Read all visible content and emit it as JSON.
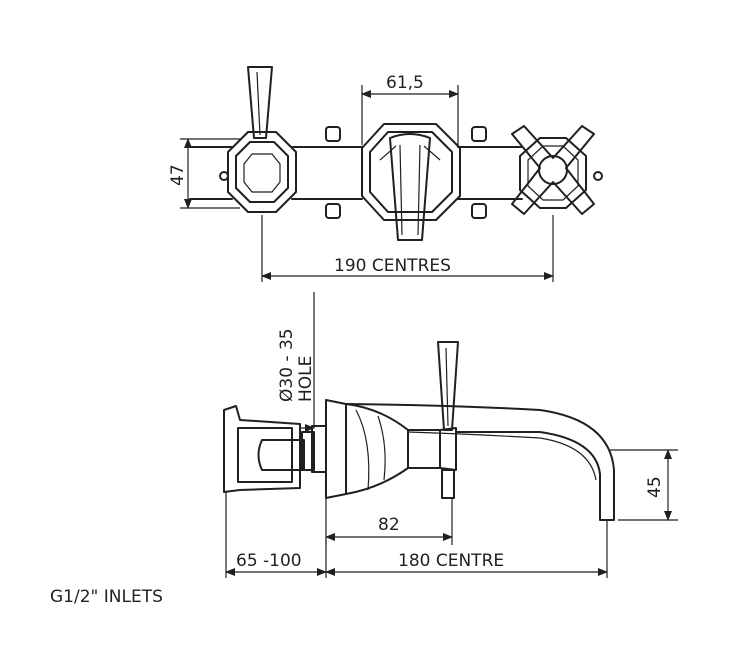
{
  "dimensions": {
    "spout_width": "61,5",
    "plate_height": "47",
    "centres": "190  CENTRES",
    "hole": "Ø30 - 35",
    "hole_word": "HOLE",
    "depth_to_handle": "82",
    "spout_drop": "45",
    "wall_depth": "65 -100",
    "spout_reach": "180  CENTRE"
  },
  "notes": {
    "inlets": "G1/2\" INLETS"
  },
  "colors": {
    "line": "#231f20",
    "background": "#ffffff"
  }
}
